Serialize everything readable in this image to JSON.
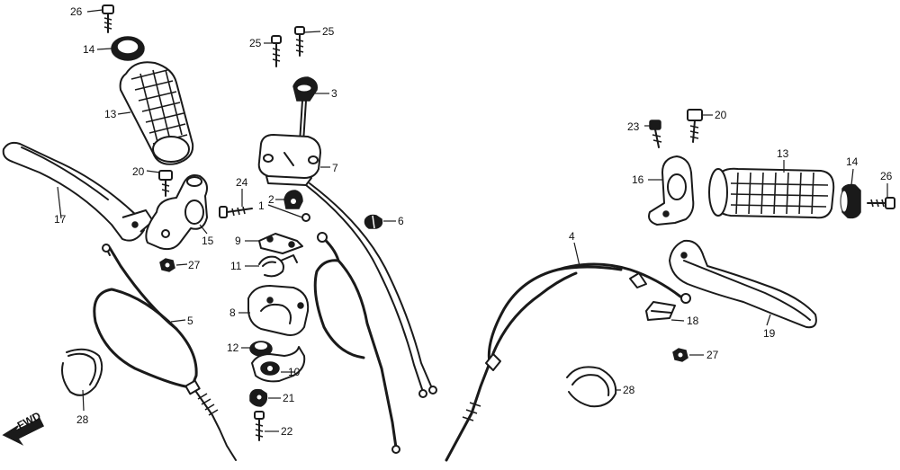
{
  "diagram": {
    "fwd_label": "FWD",
    "callouts": [
      {
        "id": "c26a",
        "label": "26"
      },
      {
        "id": "c14a",
        "label": "14"
      },
      {
        "id": "c13a",
        "label": "13"
      },
      {
        "id": "c17",
        "label": "17"
      },
      {
        "id": "c20a",
        "label": "20"
      },
      {
        "id": "c15",
        "label": "15"
      },
      {
        "id": "c27a",
        "label": "27"
      },
      {
        "id": "c5",
        "label": "5"
      },
      {
        "id": "c28a",
        "label": "28"
      },
      {
        "id": "c25a",
        "label": "25"
      },
      {
        "id": "c25b",
        "label": "25"
      },
      {
        "id": "c3",
        "label": "3"
      },
      {
        "id": "c7",
        "label": "7"
      },
      {
        "id": "c24",
        "label": "24"
      },
      {
        "id": "c2",
        "label": "2"
      },
      {
        "id": "c1",
        "label": "1"
      },
      {
        "id": "c6",
        "label": "6"
      },
      {
        "id": "c9",
        "label": "9"
      },
      {
        "id": "c11",
        "label": "11"
      },
      {
        "id": "c8",
        "label": "8"
      },
      {
        "id": "c12",
        "label": "12"
      },
      {
        "id": "c10",
        "label": "10"
      },
      {
        "id": "c21",
        "label": "21"
      },
      {
        "id": "c22",
        "label": "22"
      },
      {
        "id": "c23",
        "label": "23"
      },
      {
        "id": "c20b",
        "label": "20"
      },
      {
        "id": "c13b",
        "label": "13"
      },
      {
        "id": "c14b",
        "label": "14"
      },
      {
        "id": "c26b",
        "label": "26"
      },
      {
        "id": "c16",
        "label": "16"
      },
      {
        "id": "c4",
        "label": "4"
      },
      {
        "id": "c18",
        "label": "18"
      },
      {
        "id": "c19",
        "label": "19"
      },
      {
        "id": "c27b",
        "label": "27"
      },
      {
        "id": "c28b",
        "label": "28"
      }
    ]
  }
}
